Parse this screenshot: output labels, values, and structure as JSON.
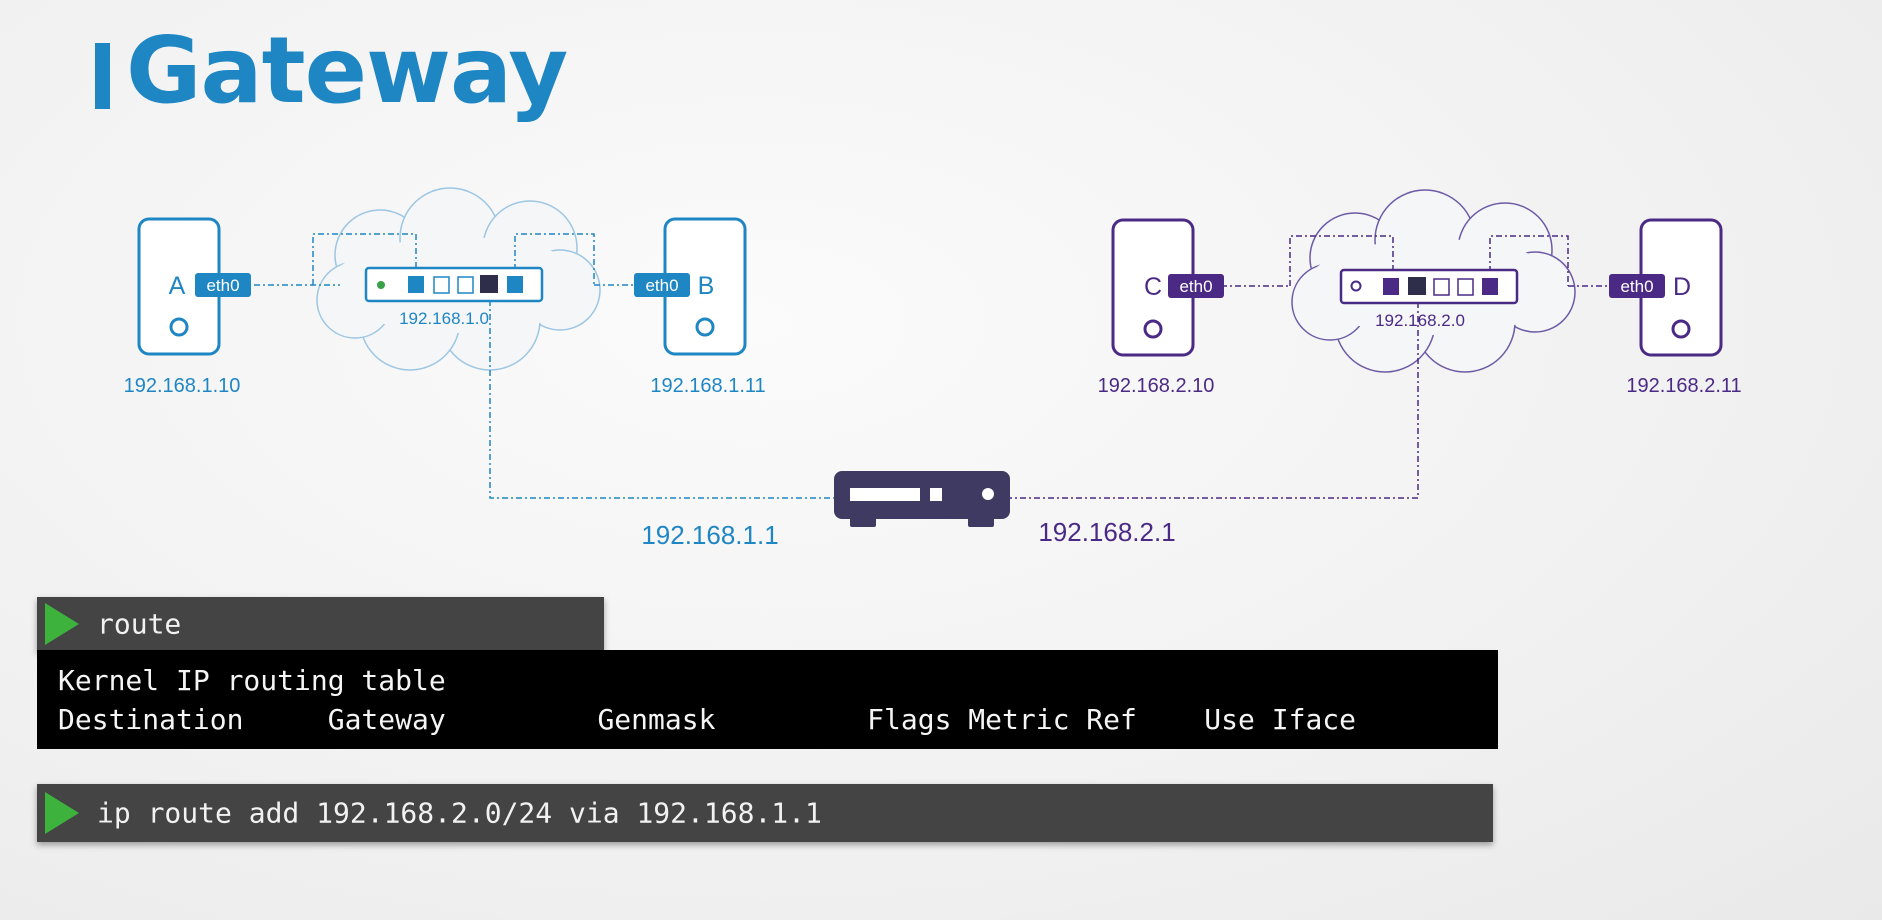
{
  "title": "Gateway",
  "colors": {
    "blue": "#1f86c4",
    "purple": "#4b2a86",
    "router": "#3e3a62",
    "terminal_bg": "#444444",
    "prompt_green": "#3db23d"
  },
  "network1": {
    "switch_label": "192.168.1.0",
    "host_a": {
      "name": "A",
      "iface": "eth0",
      "ip": "192.168.1.10"
    },
    "host_b": {
      "name": "B",
      "iface": "eth0",
      "ip": "192.168.1.11"
    }
  },
  "network2": {
    "switch_label": "192.168.2.0",
    "host_c": {
      "name": "C",
      "iface": "eth0",
      "ip": "192.168.2.10"
    },
    "host_d": {
      "name": "D",
      "iface": "eth0",
      "ip": "192.168.2.11"
    }
  },
  "router": {
    "icon": "router-icon",
    "ip_left": "192.168.1.1",
    "ip_right": "192.168.2.1"
  },
  "terminal": {
    "cmd1": "route",
    "output_line1": "Kernel IP routing table",
    "output_line2": "Destination     Gateway         Genmask         Flags Metric Ref    Use Iface",
    "cmd2": "ip route add 192.168.2.0/24 via 192.168.1.1"
  }
}
